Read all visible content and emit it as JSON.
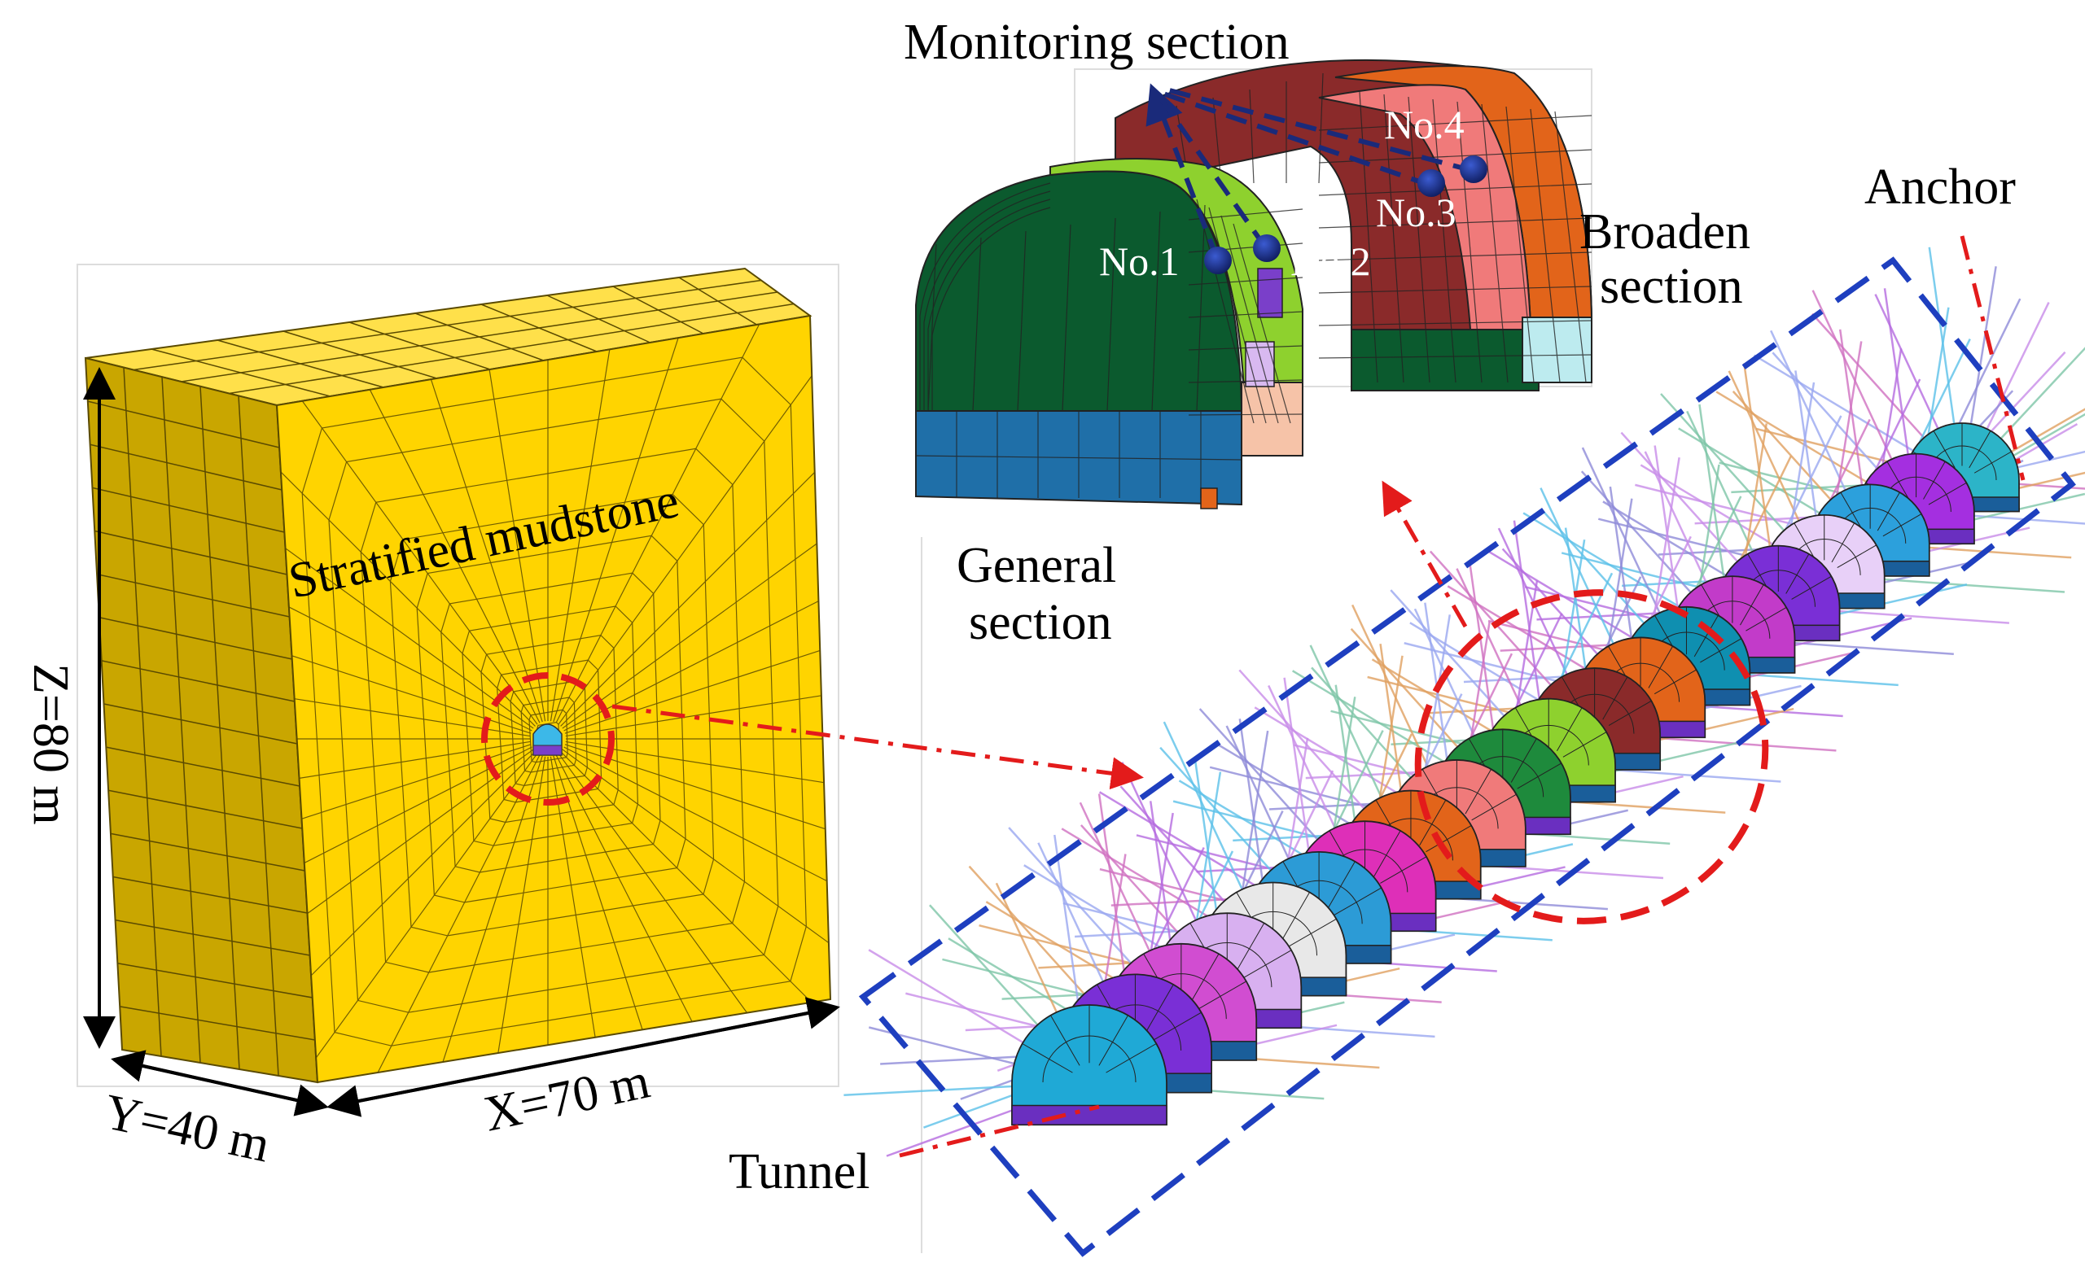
{
  "labels": {
    "monitoring_section": "Monitoring section",
    "broaden_line1": "Broaden",
    "broaden_line2": "section",
    "general_line1": "General",
    "general_line2": "section",
    "anchor": "Anchor",
    "tunnel": "Tunnel",
    "stratified_mudstone": "Stratified  mudstone",
    "dim_z": "Z=80 m",
    "dim_y": "Y=40 m",
    "dim_x": "X=70 m",
    "no1": "No.1",
    "no2": "No.2",
    "no3": "No.3",
    "no4": "No.4"
  },
  "colors": {
    "mudstone": "#FFD400",
    "mudstone_side": "#C9A600",
    "mesh_line": "#5A4A00",
    "callout_red": "#E31B1B",
    "frame_blue": "#1E3FBF",
    "monitor_blue": "#1A2A7A",
    "general_dark_green": "#0B5A2E",
    "general_light_green": "#8ED12E",
    "general_invert": "#1F6FA8",
    "broaden_dark_red": "#8A2A2A",
    "broaden_pink": "#F07A7A",
    "broaden_orange": "#E2641A"
  }
}
